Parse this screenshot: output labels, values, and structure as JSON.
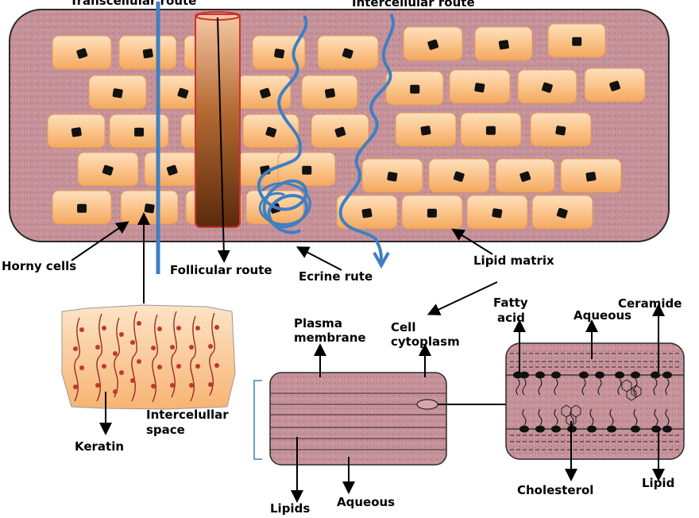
{
  "labels": {
    "transcellular": "Transcellular route",
    "intercellular": "Intercellular route",
    "horny": "Horny cells",
    "follicular": "Follicular route",
    "ecrine": "Ecrine rute",
    "lipid_matrix": "Lipid matrix",
    "keratin": "Keratin",
    "plasma_1": "Plasma",
    "plasma_2": "membrane",
    "cell_1": "Cell",
    "cell_2": "cytoplasm",
    "interc_1": "Intercelullar",
    "interc_2": "space",
    "lipids": "Lipids",
    "aqueous_bottom": "Aqueous",
    "fatty_1": "Fatty",
    "fatty_2": "acid",
    "aqueous_top": "Aqueous",
    "ceramide": "Ceramide",
    "cholesterol": "Cholesterol",
    "lipid": "Lipid"
  },
  "colors": {
    "tissue": "#c9959a",
    "cell_fill": "#fbbd7f",
    "nucleus": "#111111",
    "route_blue": "#3f7fc2",
    "follicle_brown": "#8b4b1e"
  }
}
